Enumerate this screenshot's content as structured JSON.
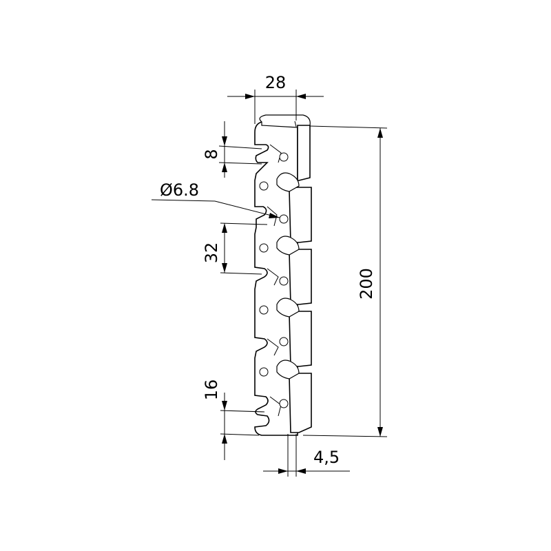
{
  "drawing": {
    "dimensions": {
      "width": "28",
      "slot_width": "8",
      "hole_diameter": "Ø6.8",
      "pitch": "32",
      "total_length": "200",
      "end_offset": "16",
      "thickness": "4,5"
    },
    "colors": {
      "line": "#000000",
      "background": "#ffffff"
    }
  }
}
